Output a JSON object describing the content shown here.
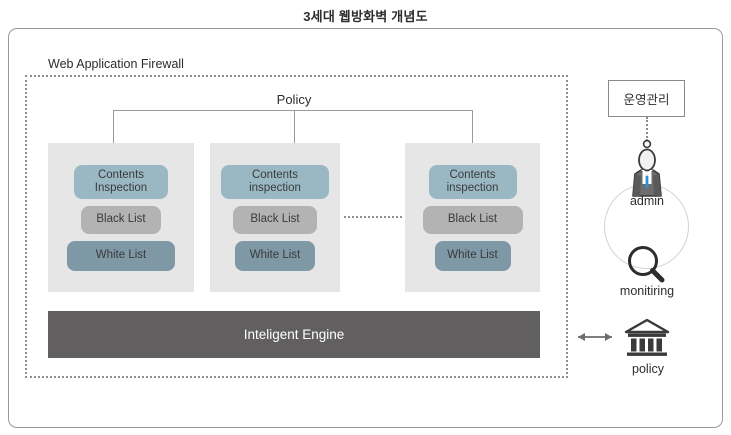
{
  "title": "3세대 웹방화벽 개념도",
  "waf": {
    "label": "Web Application Firewall",
    "policy_label": "Policy",
    "engine_label": "Inteligent Engine",
    "columns": [
      {
        "id": "column-1",
        "items": [
          {
            "label": "Contents\ninspection",
            "line1": "Contents",
            "line2": "Inspection",
            "kind": "contents"
          },
          {
            "label": "Black List",
            "kind": "black"
          },
          {
            "label": "White List",
            "kind": "white"
          }
        ]
      },
      {
        "id": "column-2",
        "items": [
          {
            "label": "Contents\ninspection",
            "line1": "Contents",
            "line2": "inspection",
            "kind": "contents"
          },
          {
            "label": "Black List",
            "kind": "black"
          },
          {
            "label": "White List",
            "kind": "white"
          }
        ]
      },
      {
        "id": "column-3",
        "items": [
          {
            "label": "Contents\ninspection",
            "line1": "Contents",
            "line2": "inspection",
            "kind": "contents"
          },
          {
            "label": "Black List",
            "kind": "black"
          },
          {
            "label": "White List",
            "kind": "white"
          }
        ]
      }
    ]
  },
  "right_panel": {
    "ops_box_label": "운영관리",
    "admin_label": "admin",
    "monitoring_label": "monitiring",
    "policy_label": "policy",
    "icons": {
      "admin": "business-person-icon",
      "monitoring": "magnifier-icon",
      "policy": "bank-building-icon",
      "policy_link": "double-arrow-icon"
    }
  },
  "colors": {
    "contents_pill": "#9ab8c4",
    "black_pill": "#b3b3b3",
    "white_pill": "#7e98a6",
    "column_bg": "#e6e6e6",
    "engine_bar": "#615f60",
    "frame_border": "#9a9a9a",
    "dotted_border": "#8f8f8f",
    "tie_accent": "#2f8fd0"
  }
}
